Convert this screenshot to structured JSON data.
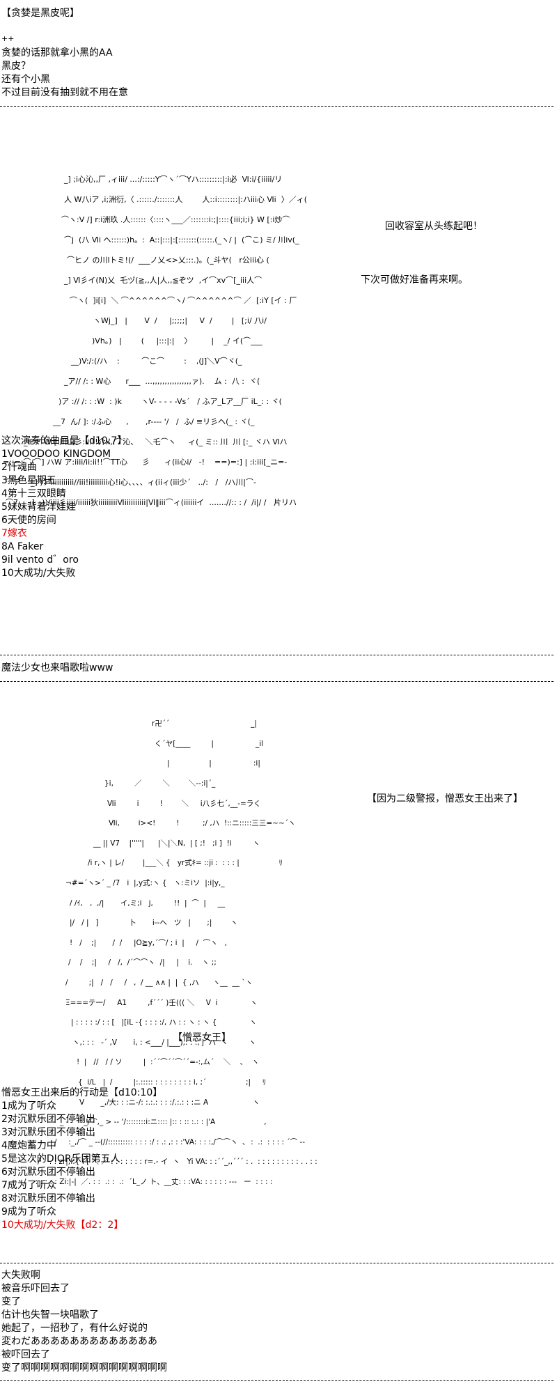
{
  "section1": {
    "title": "【贪婪是黑皮呢】",
    "mark": "++",
    "lines": [
      "贪婪的话那就拿小黑的AA",
      "黑皮？",
      "还有个小黑",
      "不过目前没有抽到就不用在意"
    ]
  },
  "art1": {
    "lines": [
      "_] ;i心沁,,厂 ,ィiii/ ...:/:::::Y⌒ヽ´⌒Yハ:::::::::|:i必  Ⅵ:i/{iiiii/リ",
      "人 W八iア ,i;洲衍,〈 .:::::./:::::::人        人::i::::::::|:ハiii心 Ⅵi  〉／ィ(",
      "⌒ヽ:V /] r:i洲玖 .人::::::〈::::ヽ___／:::::::i:;|::::{iii;i;i} W [:i炒⌒",
      "⌒j  (八 Ⅵi ヘ::::::)h。:  A::|:::|:[:::::::(:::::.(_ヽ/ |  (⌒こ) ミ/ 川iv(_",
      "⌒ヒノ の川lトミ!(/  ___ノ乂<>乂:::.)。(_斗ヤ(   r公iii心 (",
      "_] Ⅵ彡イ(N)乂  乇ヅ(≧,,人|人,,≦ぞツ  ,イ⌒xv⌒[_iii人⌒",
      "⌒ヽ(  ]i[i]  ＼ ⌒^^^^^^⌒ヽ/ ⌒^^^^^^⌒ ／  [:iY [イ : 厂",
      "ヽWj_]   |       V  /     |;;;;;|     V  /        |   [;i/ 八i/",
      ")Vh。)   |        (     |:::|:|    〉        |    _/ イ(⌒___",
      "__)V:/:(/ハ    :         ⌒こ⌒        :    ,(J]＼V⌒ヾ(_",
      "_ア// /: : W心      r___  ...,,,,,,,,,,,,,,,,ァ).    ム :  八 :  ヾ(",
      ")ア :// /: : :W  : )k        ヽV- - - - -Vs´   / ふア_Lア__厂 iL_: : ヾ(",
      "__7  ん/ ]: :/ふ心      ,       ,r---- '/   /  ふ/ ≡リ彡ヘ(_ : ヾ(_",
      "_iLア W [ 川山彡:ii:!!介x,,⌒沁、   ＼乇⌒ヽ     ィ(_ ミ:: 川  川 [:_ ヾハ Ⅵハ",
      "=::=:⌒/⌒] ハW ア:iiii/ii:ii!!⌒TT心      彡      ィ(ii心i/   -!    ==)=:] | :i:iii[_ニ=-",
      "⌒ア    _] )アiiiiiiiiiii//iii!iiiiiiiii心!i心、、、、ィ(iiィ(iii少´   ../:   /   /ハ川|⌒-",
      "⌒7    _]   ))/iiii彡iiii/iiiiii狄iiiiiiiiiⅥiiiiiiiiii|Ⅵ‖iii⌒ィ(iiiiiiイ  .......//:: : /  /i|/ /   片リハ"
    ],
    "note1": "回收容室从头练起吧！",
    "note2": "下次可做好准备再来啊。"
  },
  "section2": {
    "roll_title": "这次演奏的曲目是【d10:7】",
    "items": [
      "1VOOODOO KINGDOM",
      "2忏魂曲",
      "3黑色星期五",
      "4第十三双眼睛",
      "5妹妹背着洋娃娃",
      "6天使的房间",
      "7嫁衣",
      "8A Faker",
      "9il vento d゛oro",
      "10大成功/大失败"
    ],
    "highlight_index": 6
  },
  "section3": {
    "title": "魔法少女也来唱歌啦www"
  },
  "art2": {
    "lines": [
      "r卍´´                                   _|",
      "く´ヤ[____         |                  _il",
      "|                 |                  :i|",
      "}i,         ／         ＼        ＼-‐:i|´_",
      "Ⅵi         i         !        ＼     i八彡七´,__-=ラく",
      "Ⅵi,        i><!         !          ;/ ,ハ  !::ニ:::::三三=~~´ヽ",
      "__ || V7    |'''''|      |＼|＼N,  | [ ;!   ;i ]  !i         ヽ",
      "/i r,ヽ | レ/        |___＼ {   yr式ｷ= ::ji :  : : : |                 ﾘ",
      "¬#=´ヽ>´ _ /7   i  |,y式:ヽ {   ヽ:ミiソ  |:i|y,_",
      "/ /ｲ,   ,  ,/|       イ,ミ;i   j,         !!  |  ⌒  |     __",
      "|/   / |   ]             卜       i--ヘ   ツ   |       ;|        ヽ",
      "!   /    ;|       /  /     |O≧y,´⌒/ ; i  |     /  ⌒ヽ   ,",
      "/    /    ;|     /   /,  /´⌒⌒ヽ  /|     |    i.    ヽ ;;",
      "/         ;|   /   /     /   ,  / __ ∧∧ |  |  { ,ハ      ヽ__  __ `ヽ",
      "Ξ===テ一/     A1         ,f´´´ )壬((( ＼     V  i              ヽ",
      "| : : : : :/ : : [   |[iL ‐{ : : : :/, ハ : : ヽ : ヽ {              ヽ",
      "ヽ,: : :   ‐´ ,V       i, : <___/ |___),: : :, j  ハ  ヽ         ヽ",
      "!  |   //   / / ソ         |  :´´⌒´´⌒´´=-:,ム´    ＼    、  ヽ",
      "{  i/L   |  /         |:.::::: : : : : : : : : i, ;´                 ;|     ﾘ",
      "V       _,/大: : :ニ‐/: :.:.: : : :/.:.: : :ニ A                   ヽ",
      "_ -  ´   _/⌒,_ > ‐‐ '/::::::::i:ニ:::: |:: : :: :.: : |'A                     ,",
      "/     :_,/⌒ _ ‐‐(//:::::::::: : : : :/ : .: ,: : :'VA: : : :,/⌒⌒ヽ  ､  :  .:  : : : : ´⌒ ‐‐",
      "/    . : zr|;l:{ i [ ＼ ／ : : : : : : : r=.- イ  ヽ   Yi VA: : :´´_,,´´´ : .  : : : : : : : : : . . : :",
      "/  . : : : : : Zi:|-|  ／. : :  .: :  .:  ´L_ノ ト、__丈: : :VA: : : : : : ‐‐‐   ー  : : : :"
    ],
    "caption": "【憎恶女王】",
    "note": "【因为二级警报，憎恶女王出来了】"
  },
  "section4": {
    "roll_title": "憎恶女王出来后的行动是【d10:10】",
    "items": [
      "1成为了听众",
      "2对沉默乐团不停输出",
      "3对沉默乐团不停输出",
      "4魔炮蓄力中",
      "5是这次的DIOR乐团第五人",
      "6对沉默乐团不停输出",
      "7成为了听众",
      "8对沉默乐团不停输出",
      "9成为了听众"
    ],
    "last_item": "10大成功/大失败【d2：2】"
  },
  "section5": {
    "lines": [
      "大失败啊",
      "被音乐吓回去了",
      "变了",
      "估计也失智一块唱歌了",
      "她起了，一招秒了，有什么好说的",
      "変わだあああああああああああああ",
      "被吓回去了",
      "变了啊啊啊啊啊啊啊啊啊啊啊啊啊啊啊"
    ]
  }
}
